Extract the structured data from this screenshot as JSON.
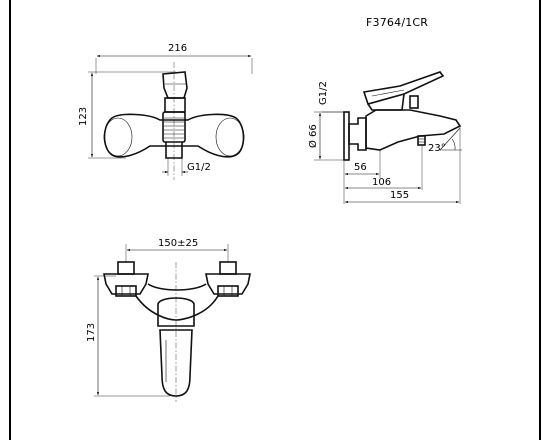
{
  "model_code": "F3764/1CR",
  "front_view": {
    "width": "216",
    "height": "123",
    "thread": "G1/2"
  },
  "side_view": {
    "thread": "G1/2",
    "diameter": "Ø 66",
    "dim_56": "56",
    "dim_106": "106",
    "dim_155": "155",
    "angle": "23°"
  },
  "top_view": {
    "centers": "150±25",
    "depth": "173"
  }
}
